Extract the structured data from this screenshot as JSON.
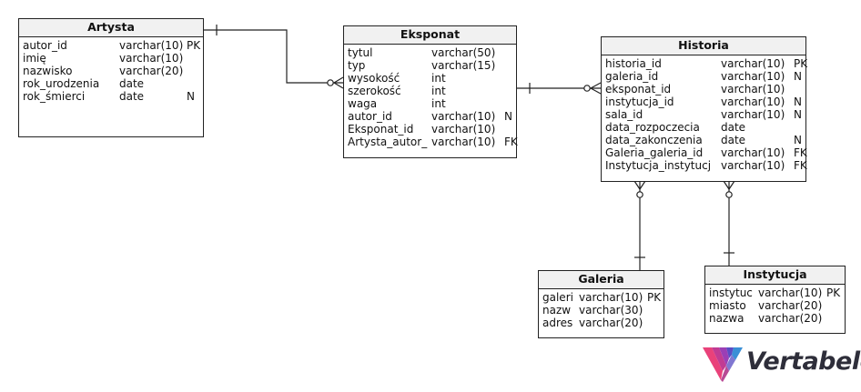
{
  "entities": {
    "artysta": {
      "name": "Artysta",
      "rows": [
        {
          "name": "autor_id",
          "type": "varchar(10)",
          "flag": "PK"
        },
        {
          "name": "imię",
          "type": "varchar(10)",
          "flag": ""
        },
        {
          "name": "nazwisko",
          "type": "varchar(20)",
          "flag": ""
        },
        {
          "name": "rok_urodzenia",
          "type": "date",
          "flag": ""
        },
        {
          "name": "rok_śmierci",
          "type": "date",
          "flag": "N"
        }
      ]
    },
    "eksponat": {
      "name": "Eksponat",
      "rows": [
        {
          "name": "tytul",
          "type": "varchar(50)",
          "flag": ""
        },
        {
          "name": "typ",
          "type": "varchar(15)",
          "flag": ""
        },
        {
          "name": "wysokość",
          "type": "int",
          "flag": ""
        },
        {
          "name": "szerokość",
          "type": "int",
          "flag": ""
        },
        {
          "name": "waga",
          "type": "int",
          "flag": ""
        },
        {
          "name": "autor_id",
          "type": "varchar(10)",
          "flag": "N"
        },
        {
          "name": "Eksponat_id",
          "type": "varchar(10)",
          "flag": ""
        },
        {
          "name": "Artysta_autor_",
          "type": "varchar(10)",
          "flag": "FK"
        }
      ]
    },
    "historia": {
      "name": "Historia",
      "rows": [
        {
          "name": "historia_id",
          "type": "varchar(10)",
          "flag": "PK"
        },
        {
          "name": "galeria_id",
          "type": "varchar(10)",
          "flag": "N"
        },
        {
          "name": "eksponat_id",
          "type": "varchar(10)",
          "flag": ""
        },
        {
          "name": "instytucja_id",
          "type": "varchar(10)",
          "flag": "N"
        },
        {
          "name": "sala_id",
          "type": "varchar(10)",
          "flag": "N"
        },
        {
          "name": "data_rozpoczecia",
          "type": "date",
          "flag": ""
        },
        {
          "name": "data_zakonczenia",
          "type": "date",
          "flag": "N"
        },
        {
          "name": "Galeria_galeria_id",
          "type": "varchar(10)",
          "flag": "FK"
        },
        {
          "name": "Instytucja_instytucj",
          "type": "varchar(10)",
          "flag": "FK"
        }
      ]
    },
    "galeria": {
      "name": "Galeria",
      "rows": [
        {
          "name": "galeri",
          "type": "varchar(10)",
          "flag": "PK"
        },
        {
          "name": "nazw",
          "type": "varchar(30)",
          "flag": ""
        },
        {
          "name": "adres",
          "type": "varchar(20)",
          "flag": ""
        }
      ]
    },
    "instytucja": {
      "name": "Instytucja",
      "rows": [
        {
          "name": "instytuc",
          "type": "varchar(10)",
          "flag": "PK"
        },
        {
          "name": "miasto",
          "type": "varchar(20)",
          "flag": ""
        },
        {
          "name": "nazwa",
          "type": "varchar(20)",
          "flag": ""
        }
      ]
    }
  },
  "logo": {
    "text": "Vertabelo",
    "colors": [
      "#e9417a",
      "#9b3fb5",
      "#5b4cc4",
      "#3a8fd6"
    ]
  }
}
